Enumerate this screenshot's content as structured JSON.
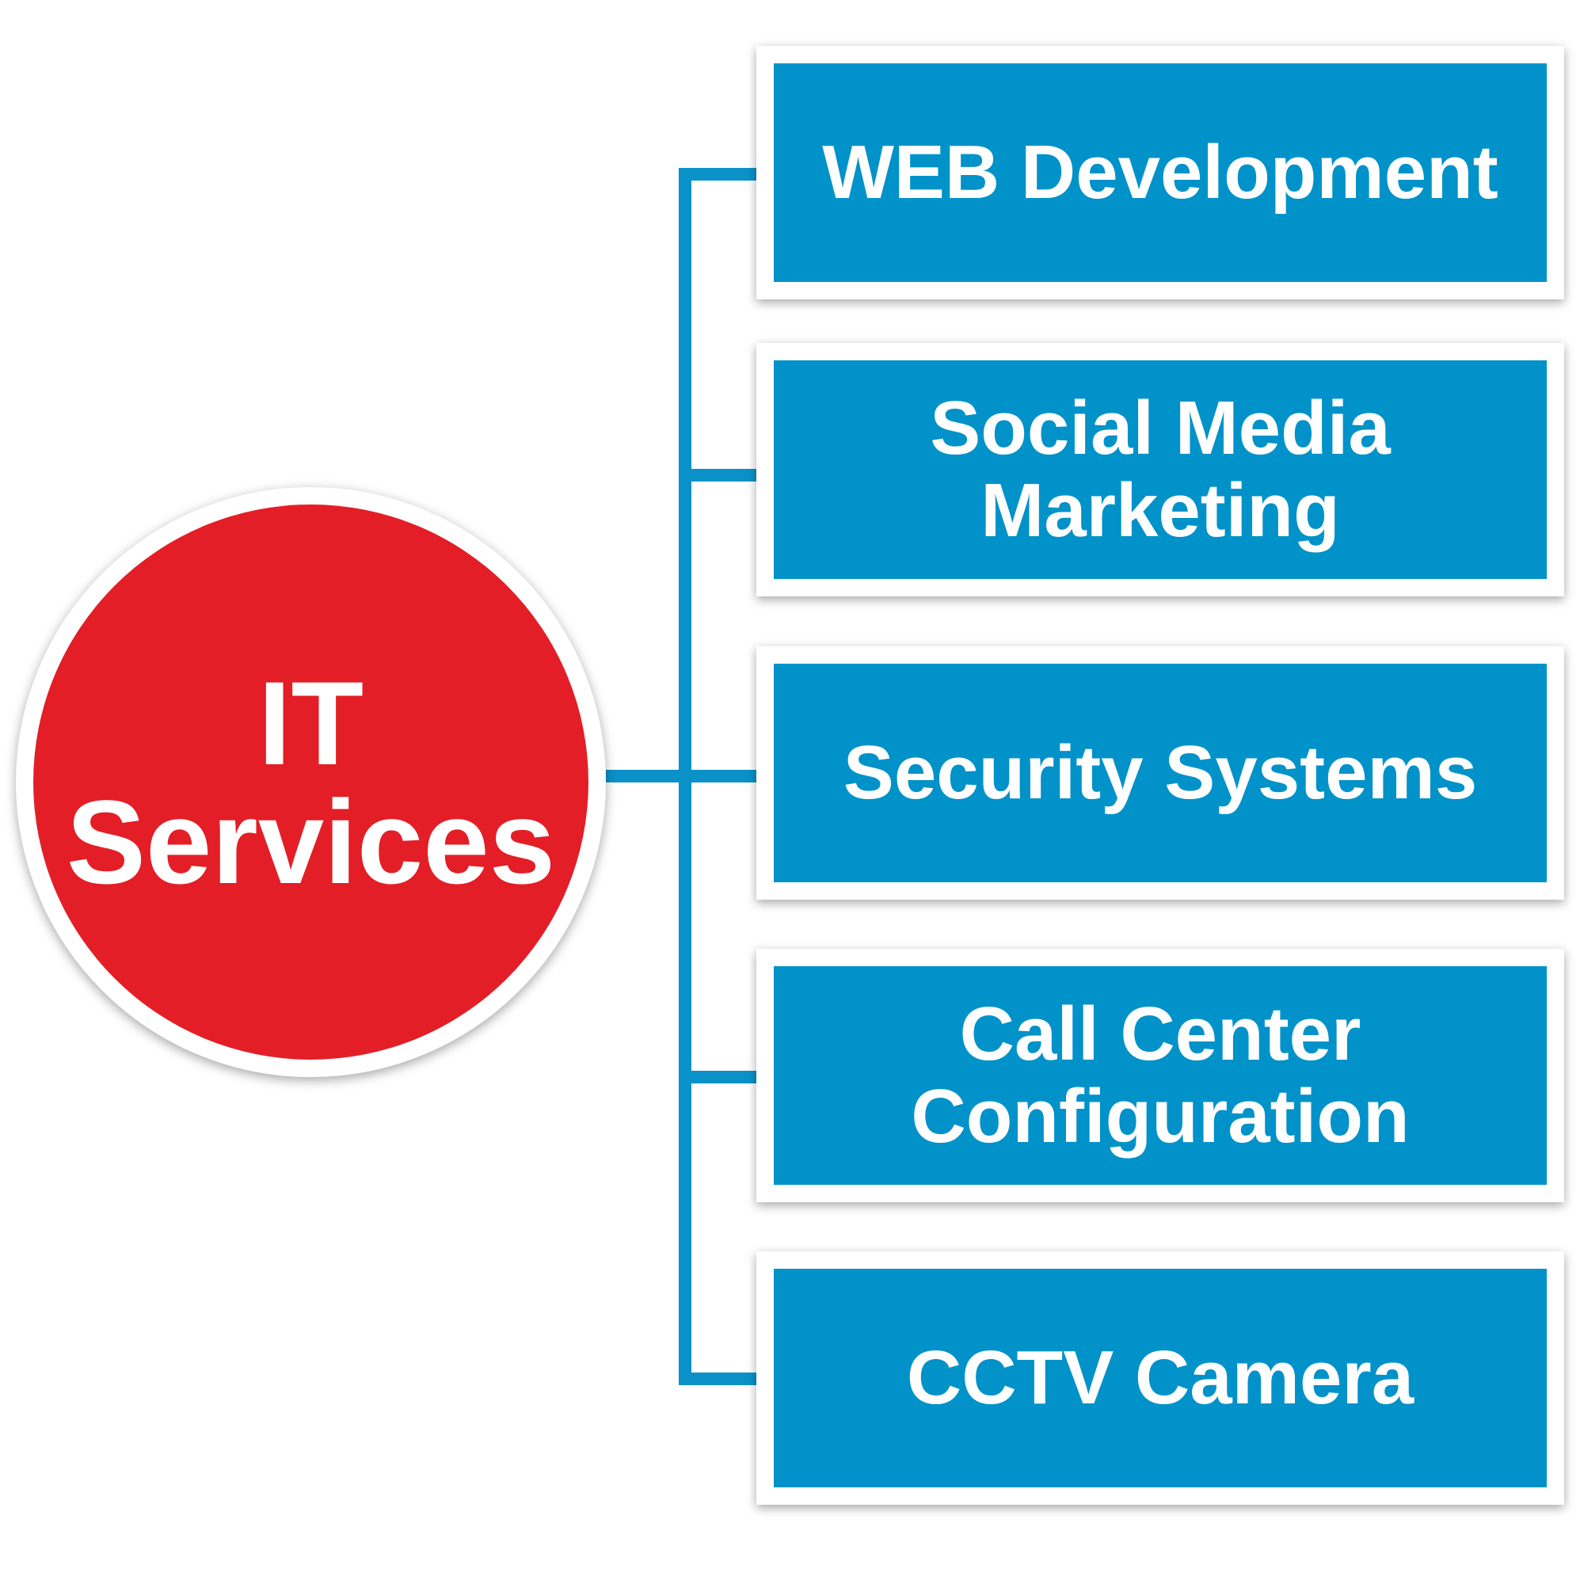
{
  "colors": {
    "hub_fill": "#e31e26",
    "hub_border": "#ffffff",
    "box_fill": "#0192c9",
    "box_border": "#ffffff",
    "connector": "#0a92c8",
    "text": "#ffffff"
  },
  "hub": {
    "lines": [
      "IT",
      "Services"
    ]
  },
  "services": [
    {
      "lines": [
        "WEB Development"
      ]
    },
    {
      "lines": [
        "Social Media",
        "Marketing"
      ]
    },
    {
      "lines": [
        "Security Systems"
      ]
    },
    {
      "lines": [
        "Call Center",
        "Configuration"
      ]
    },
    {
      "lines": [
        "CCTV Camera"
      ]
    }
  ]
}
